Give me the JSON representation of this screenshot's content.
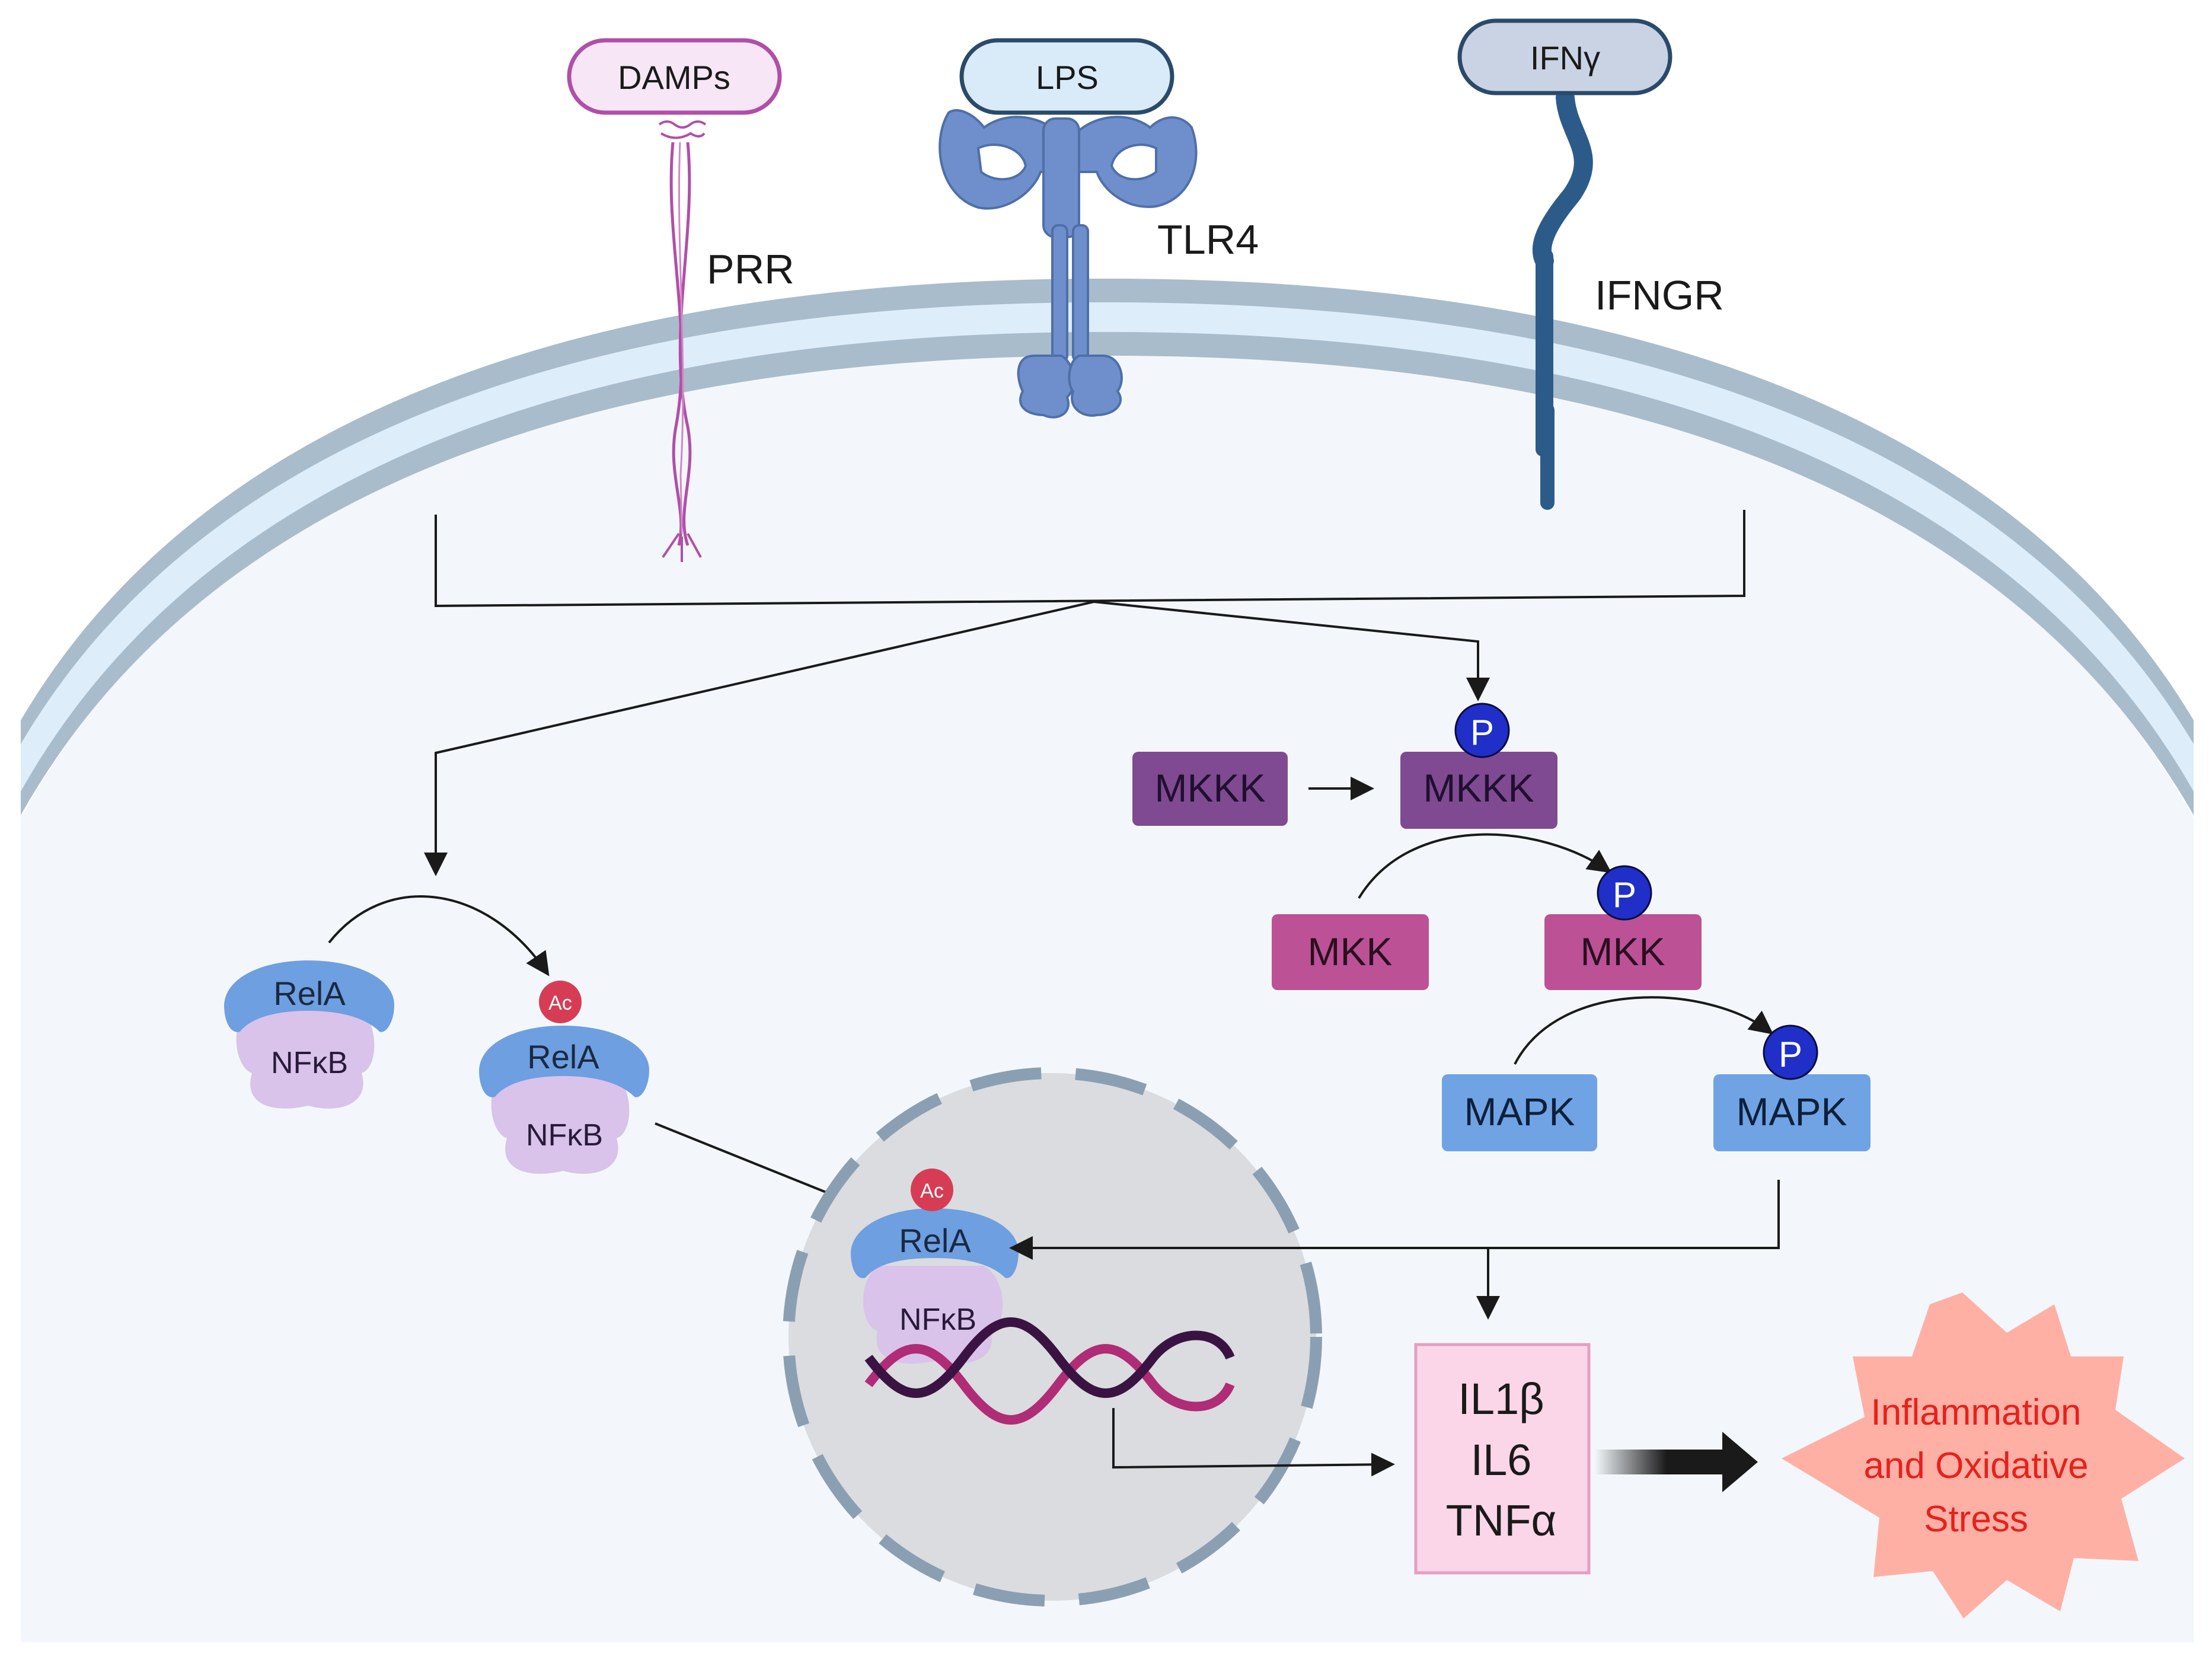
{
  "ligands": {
    "damps": "DAMPs",
    "lps": "LPS",
    "ifng": "IFNγ"
  },
  "receptors": {
    "prr": "PRR",
    "tlr4": "TLR4",
    "ifngr": "IFNGR"
  },
  "nfkb_path": {
    "rela": "RelA",
    "nfkb": "NFκB",
    "acetyl_mark": "Ac"
  },
  "mapk_cascade": {
    "mkkk": "MKKK",
    "mkk": "MKK",
    "mapk": "MAPK",
    "phospho_mark": "P"
  },
  "cytokines": [
    "IL1β",
    "IL6",
    "TNFα"
  ],
  "outcome": {
    "line1": "Inflammation",
    "line2": "and Oxidative",
    "line3": "Stress"
  },
  "colors": {
    "membrane_outer": "#a9bccb",
    "membrane_inner": "#ddeefa",
    "cytoplasm": "#f3f7fb",
    "nucleus_fill": "#dadcdf",
    "nucleus_border": "#8b9fb3",
    "damps_border": "#b04fa8",
    "damps_fill": "#f7e6f6",
    "lps_fill": "#d9ebf9",
    "tlr4": "#6e8fcb",
    "ifng_fill": "#c9d3e4",
    "ifngr": "#2c5b8a",
    "rela": "#6e9fe0",
    "nfkb": "#d9c3ea",
    "acetyl": "#d63d55",
    "phospho": "#1f2fc8",
    "mkkk": "#7f4a92",
    "mkk": "#bc5196",
    "mapk": "#6fa3e4",
    "cytokine_box": "#fbd6e9",
    "cytokine_border": "#e59ec2",
    "stress_fill": "#ffb0a5",
    "stress_text": "#e8201c",
    "dna_a": "#b02c76",
    "dna_b": "#3a1342"
  }
}
